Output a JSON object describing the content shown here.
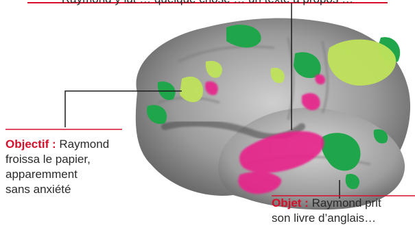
{
  "captions": {
    "top": {
      "text": "Raymond y lut … quelque chose … un texte à propos …"
    },
    "left": {
      "label": "Objectif :",
      "line1": "Raymond",
      "line2": "froissa le papier,",
      "line3": "apparemment",
      "line4": "sans anxiété"
    },
    "right": {
      "label": "Objet :",
      "line1": "Raymond prit",
      "line2": "son livre d’anglais…"
    }
  },
  "colors": {
    "label_red": "#d6102a",
    "cortex_gray": "#9a9a9a",
    "activation_green": "#1fa64a",
    "activation_lime": "#bfe35a",
    "activation_magenta": "#e8208a",
    "leader_line": "#1a1a1a",
    "rule_red": "#d6102a"
  }
}
